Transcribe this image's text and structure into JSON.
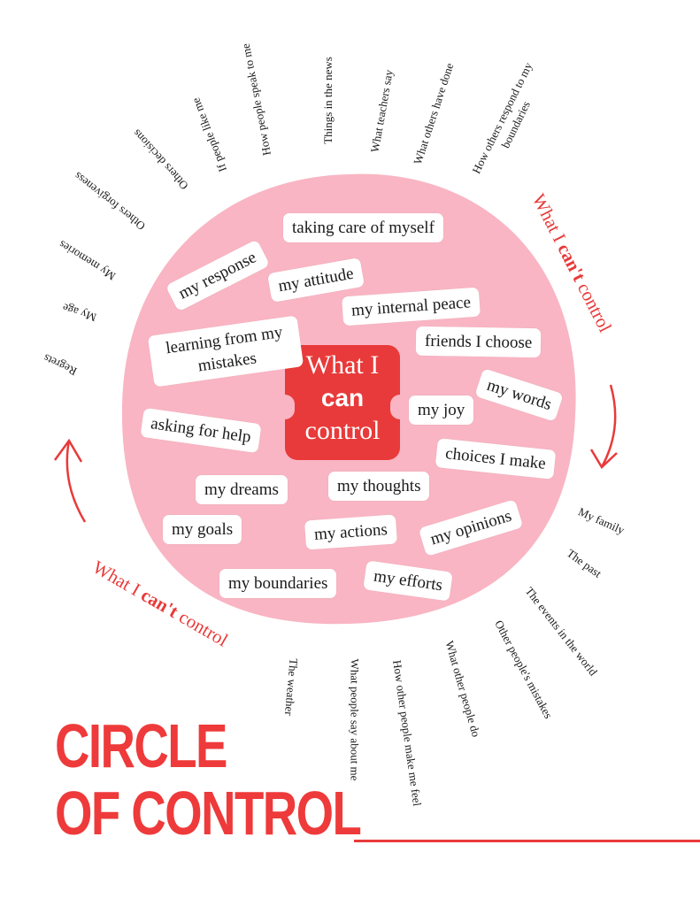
{
  "colors": {
    "circle_fill": "#f9b5c3",
    "accent_red": "#e83a3a",
    "chip_bg": "#ffffff",
    "text": "#1a1a1a"
  },
  "center": {
    "line1": "What I",
    "line2": "can",
    "line3": "control"
  },
  "inside_items": [
    "taking care of myself",
    "my response",
    "my attitude",
    "my internal peace",
    "learning from my mistakes",
    "friends I choose",
    "my words",
    "my joy",
    "asking for help",
    "choices I make",
    "my dreams",
    "my thoughts",
    "my goals",
    "my actions",
    "my opinions",
    "my efforts",
    "my boundaries"
  ],
  "outside_items": [
    "Regrets",
    "My age",
    "My memories",
    "Others forgiveness",
    "Others decisions",
    "If people like me",
    "How people speak to me",
    "Things in the news",
    "What teachers say",
    "What others have done",
    "How others respond to my boundaries",
    "My family",
    "The past",
    "The events in the world",
    "Other people's mistakes",
    "What other people do",
    "How other people make me feel",
    "What people say about me",
    "The weather"
  ],
  "cant_label": {
    "pre": "What I ",
    "emph": "can't",
    "post": " control"
  },
  "title": {
    "line1": "CIRCLE",
    "line2": "OF CONTROL"
  }
}
